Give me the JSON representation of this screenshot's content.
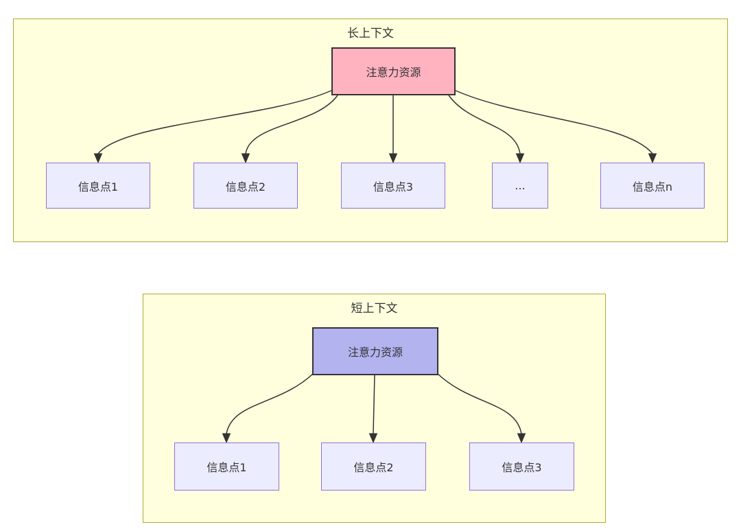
{
  "diagram": {
    "groups": [
      {
        "title": "长上下文",
        "attention_label": "注意力资源",
        "attention_fill": "#ffb3c1",
        "nodes": [
          "信息点1",
          "信息点2",
          "信息点3",
          "...",
          "信息点n"
        ]
      },
      {
        "title": "短上下文",
        "attention_label": "注意力资源",
        "attention_fill": "#b3b3f0",
        "nodes": [
          "信息点1",
          "信息点2",
          "信息点3"
        ]
      }
    ],
    "colors": {
      "group_fill": "#ffffde",
      "group_border": "#aaaa33",
      "info_node_fill": "#ececff",
      "info_node_border": "#9370db",
      "attention_border": "#333333",
      "edge": "#333333",
      "text": "#333333",
      "page_background": "#ffffff"
    }
  }
}
